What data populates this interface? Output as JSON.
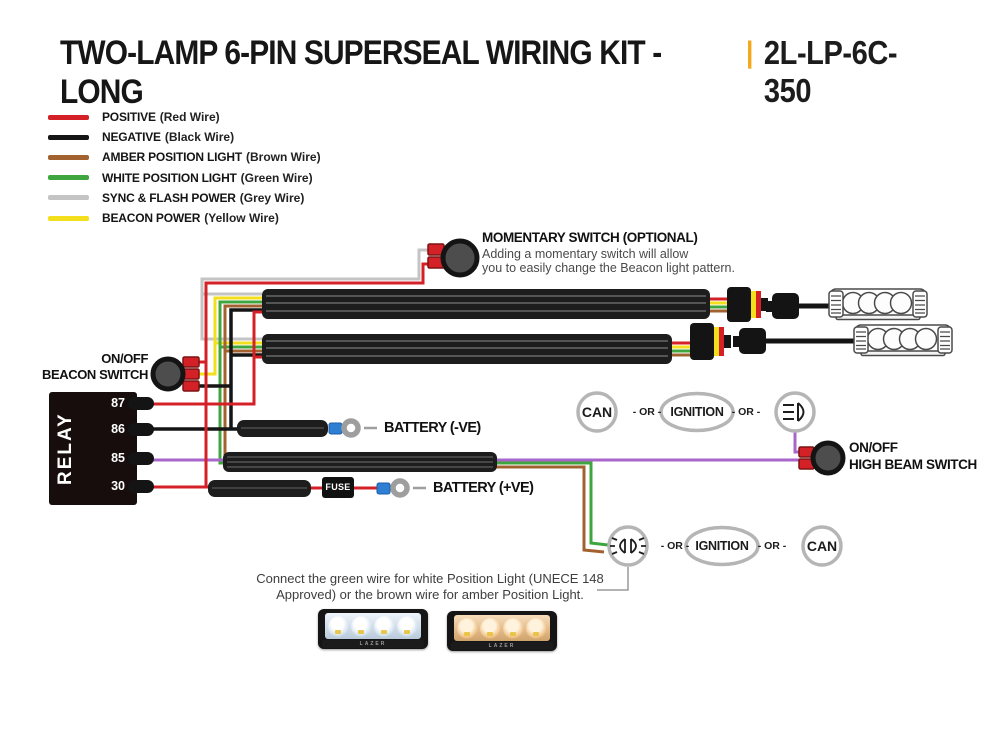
{
  "title": {
    "main": "TWO-LAMP 6-PIN SUPERSEAL WIRING KIT - LONG",
    "sep": "|",
    "code": "2L-LP-6C-350"
  },
  "accent_color": "#F5A81C",
  "legend": {
    "items": [
      {
        "label": "POSITIVE",
        "sub": "(Red Wire)",
        "color": "#D42127"
      },
      {
        "label": "NEGATIVE",
        "sub": "(Black Wire)",
        "color": "#151515"
      },
      {
        "label": "AMBER POSITION LIGHT",
        "sub": "(Brown Wire)",
        "color": "#A2622F"
      },
      {
        "label": "WHITE POSITION LIGHT",
        "sub": "(Green Wire)",
        "color": "#3FA63F"
      },
      {
        "label": "SYNC & FLASH POWER",
        "sub": "(Grey Wire)",
        "color": "#C4C4C4"
      },
      {
        "label": "BEACON POWER",
        "sub": "(Yellow Wire)",
        "color": "#F3DF1C"
      }
    ]
  },
  "wire_colors": {
    "positive": "#D42127",
    "negative": "#151515",
    "amber": "#A2622F",
    "white_pos": "#3FA63F",
    "sync": "#C4C4C4",
    "beacon": "#F3DF1C",
    "high_beam": "#A866CB"
  },
  "momentary_switch": {
    "title": "MOMENTARY SWITCH (OPTIONAL)",
    "desc1": "Adding a momentary switch will allow",
    "desc2": "you to easily change the Beacon light pattern."
  },
  "beacon_switch": {
    "line1": "ON/OFF",
    "line2": "BEACON SWITCH"
  },
  "high_beam_switch": {
    "line1": "ON/OFF",
    "line2": "HIGH BEAM SWITCH"
  },
  "relay": {
    "label": "RELAY",
    "pin_87": "87",
    "pin_86": "86",
    "pin_85": "85",
    "pin_30": "30"
  },
  "battery": {
    "negative_label": "BATTERY (-VE)",
    "positive_label": "BATTERY (+VE)",
    "fuse_label": "FUSE"
  },
  "power_options_top": {
    "can": "CAN",
    "or1": "- OR -",
    "ignition": "IGNITION",
    "or2": "- OR -"
  },
  "power_options_bottom": {
    "or1": "- OR -",
    "ignition": "IGNITION",
    "or2": "- OR -",
    "can": "CAN"
  },
  "note": {
    "line1": "Connect the green wire for white Position Light (UNECE 148",
    "line2": "Approved) or the brown wire for amber Position Light."
  },
  "lamps": {
    "brand": "LAZER"
  }
}
